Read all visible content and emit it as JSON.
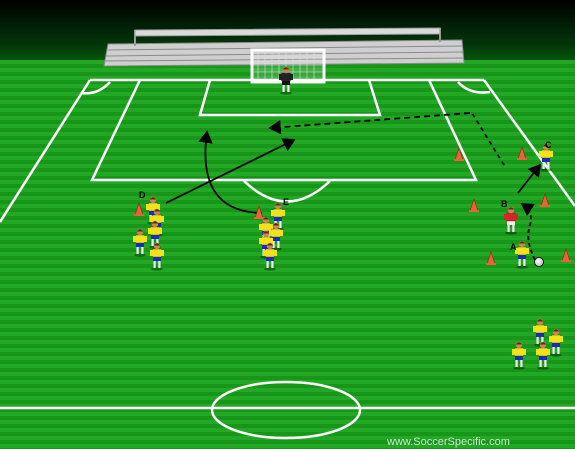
{
  "diagram": {
    "player_labels": {
      "a": "A",
      "b": "B",
      "c": "C",
      "d": "D",
      "e": "E"
    },
    "credit": "www.SoccerSpecific.com"
  },
  "colors": {
    "sky_top": "#000000",
    "grass_dark": "#118c11",
    "grass_light": "#22a722",
    "line": "#ffffff",
    "cone": "#e8623a",
    "shirt": "#f2e21a",
    "shorts": "#1a2bbf",
    "defender_shirt": "#d82424",
    "keeper_shirt": "#222222"
  }
}
